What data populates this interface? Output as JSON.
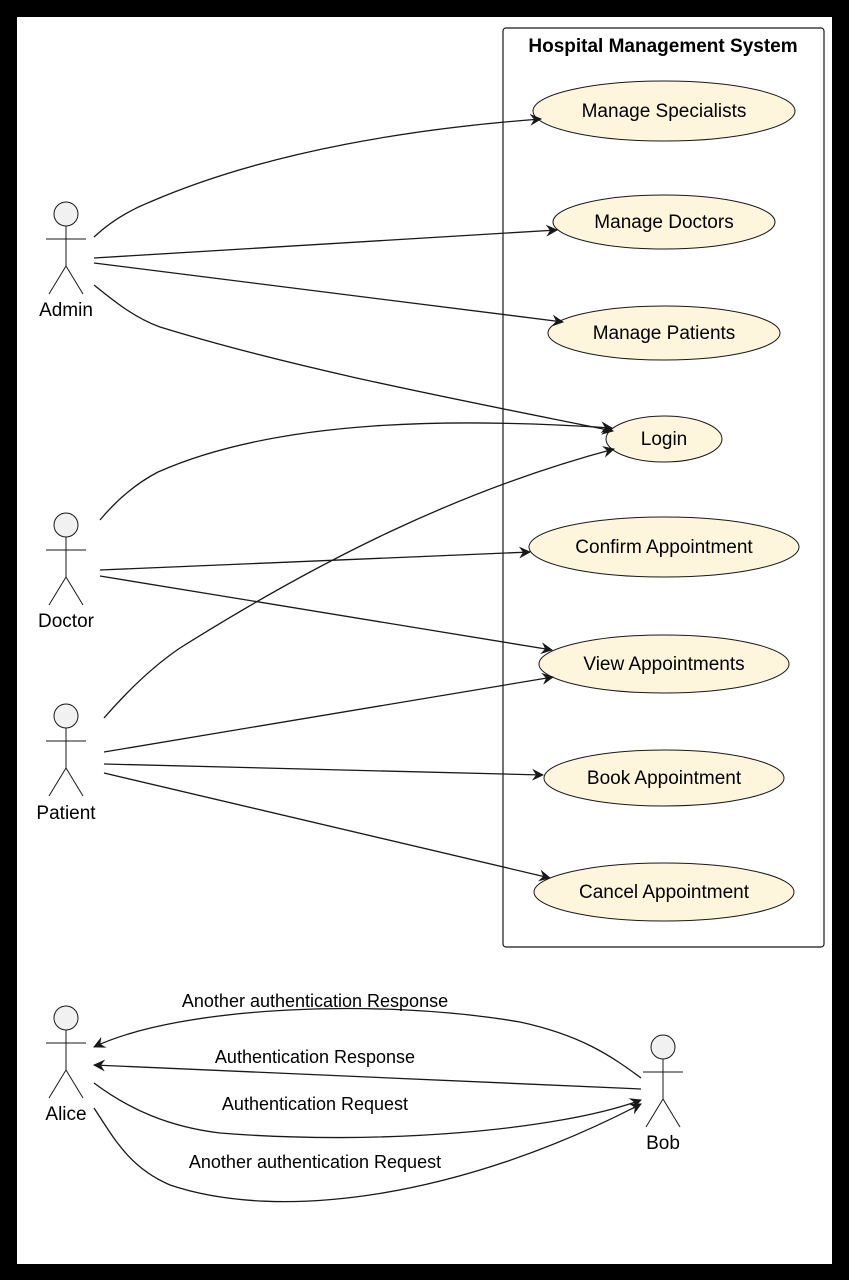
{
  "system": {
    "title": "Hospital Management System"
  },
  "actors": {
    "admin": "Admin",
    "doctor": "Doctor",
    "patient": "Patient",
    "alice": "Alice",
    "bob": "Bob"
  },
  "use_cases": {
    "manage_specialists": "Manage Specialists",
    "manage_doctors": "Manage Doctors",
    "manage_patients": "Manage Patients",
    "login": "Login",
    "confirm_appointment": "Confirm Appointment",
    "view_appointments": "View Appointments",
    "book_appointment": "Book Appointment",
    "cancel_appointment": "Cancel Appointment"
  },
  "messages": {
    "another_auth_response": "Another authentication Response",
    "auth_response": "Authentication Response",
    "auth_request": "Authentication Request",
    "another_auth_request": "Another authentication Request"
  },
  "colors": {
    "frame": "#000000",
    "background": "#ffffff",
    "use_case_fill": "#fef6dc",
    "actor_head_fill": "#f1f1f1",
    "line": "#181818"
  }
}
